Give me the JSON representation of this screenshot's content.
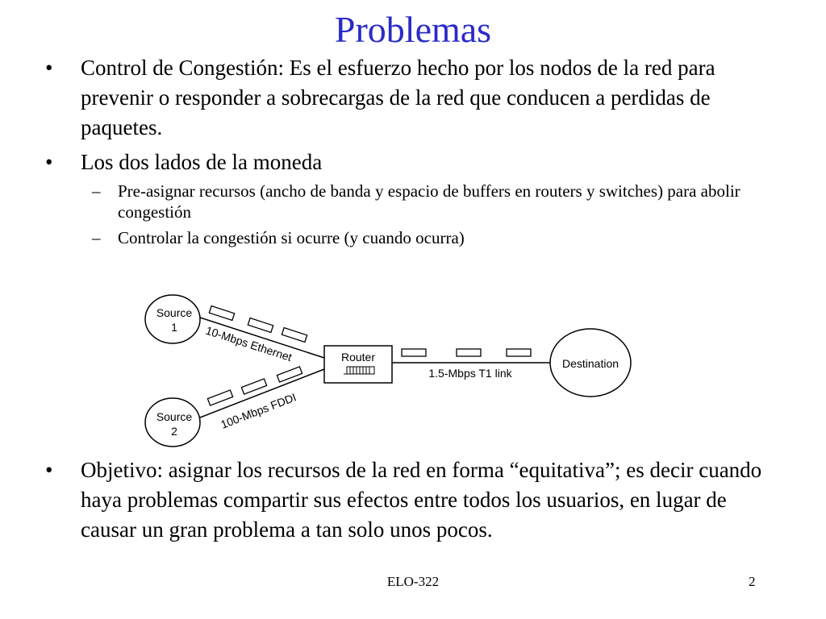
{
  "slide": {
    "title": "Problemas",
    "bullets_top": [
      {
        "text": "Control de Congestión: Es el esfuerzo hecho por los nodos de la red para prevenir o responder a sobrecargas de la red que conducen a perdidas de paquetes."
      },
      {
        "text": "Los dos lados de la moneda"
      }
    ],
    "sub_bullets": [
      {
        "text": "Pre-asignar recursos (ancho de banda y espacio de buffers en routers y switches) para abolir congestión"
      },
      {
        "text": "Controlar la congestión si ocurre (y cuando ocurra)"
      }
    ],
    "bullets_bottom": [
      {
        "text": "Objetivo: asignar los recursos de la red en forma “equitativa”; es decir cuando haya problemas compartir sus efectos entre todos los usuarios, en lugar de causar un gran problema a tan solo unos pocos."
      }
    ],
    "bullet_glyph": "•",
    "dash_glyph": "–",
    "footer": {
      "course": "ELO-322",
      "page": "2"
    }
  },
  "diagram": {
    "source1": {
      "line1": "Source",
      "line2": "1"
    },
    "source2": {
      "line1": "Source",
      "line2": "2"
    },
    "router": "Router",
    "destination": "Destination",
    "link_ethernet": "10-Mbps Ethernet",
    "link_fddi": "100-Mbps FDDI",
    "link_t1": "1.5-Mbps T1 link"
  },
  "colors": {
    "title": "#2b2bc8",
    "text": "#000000"
  }
}
